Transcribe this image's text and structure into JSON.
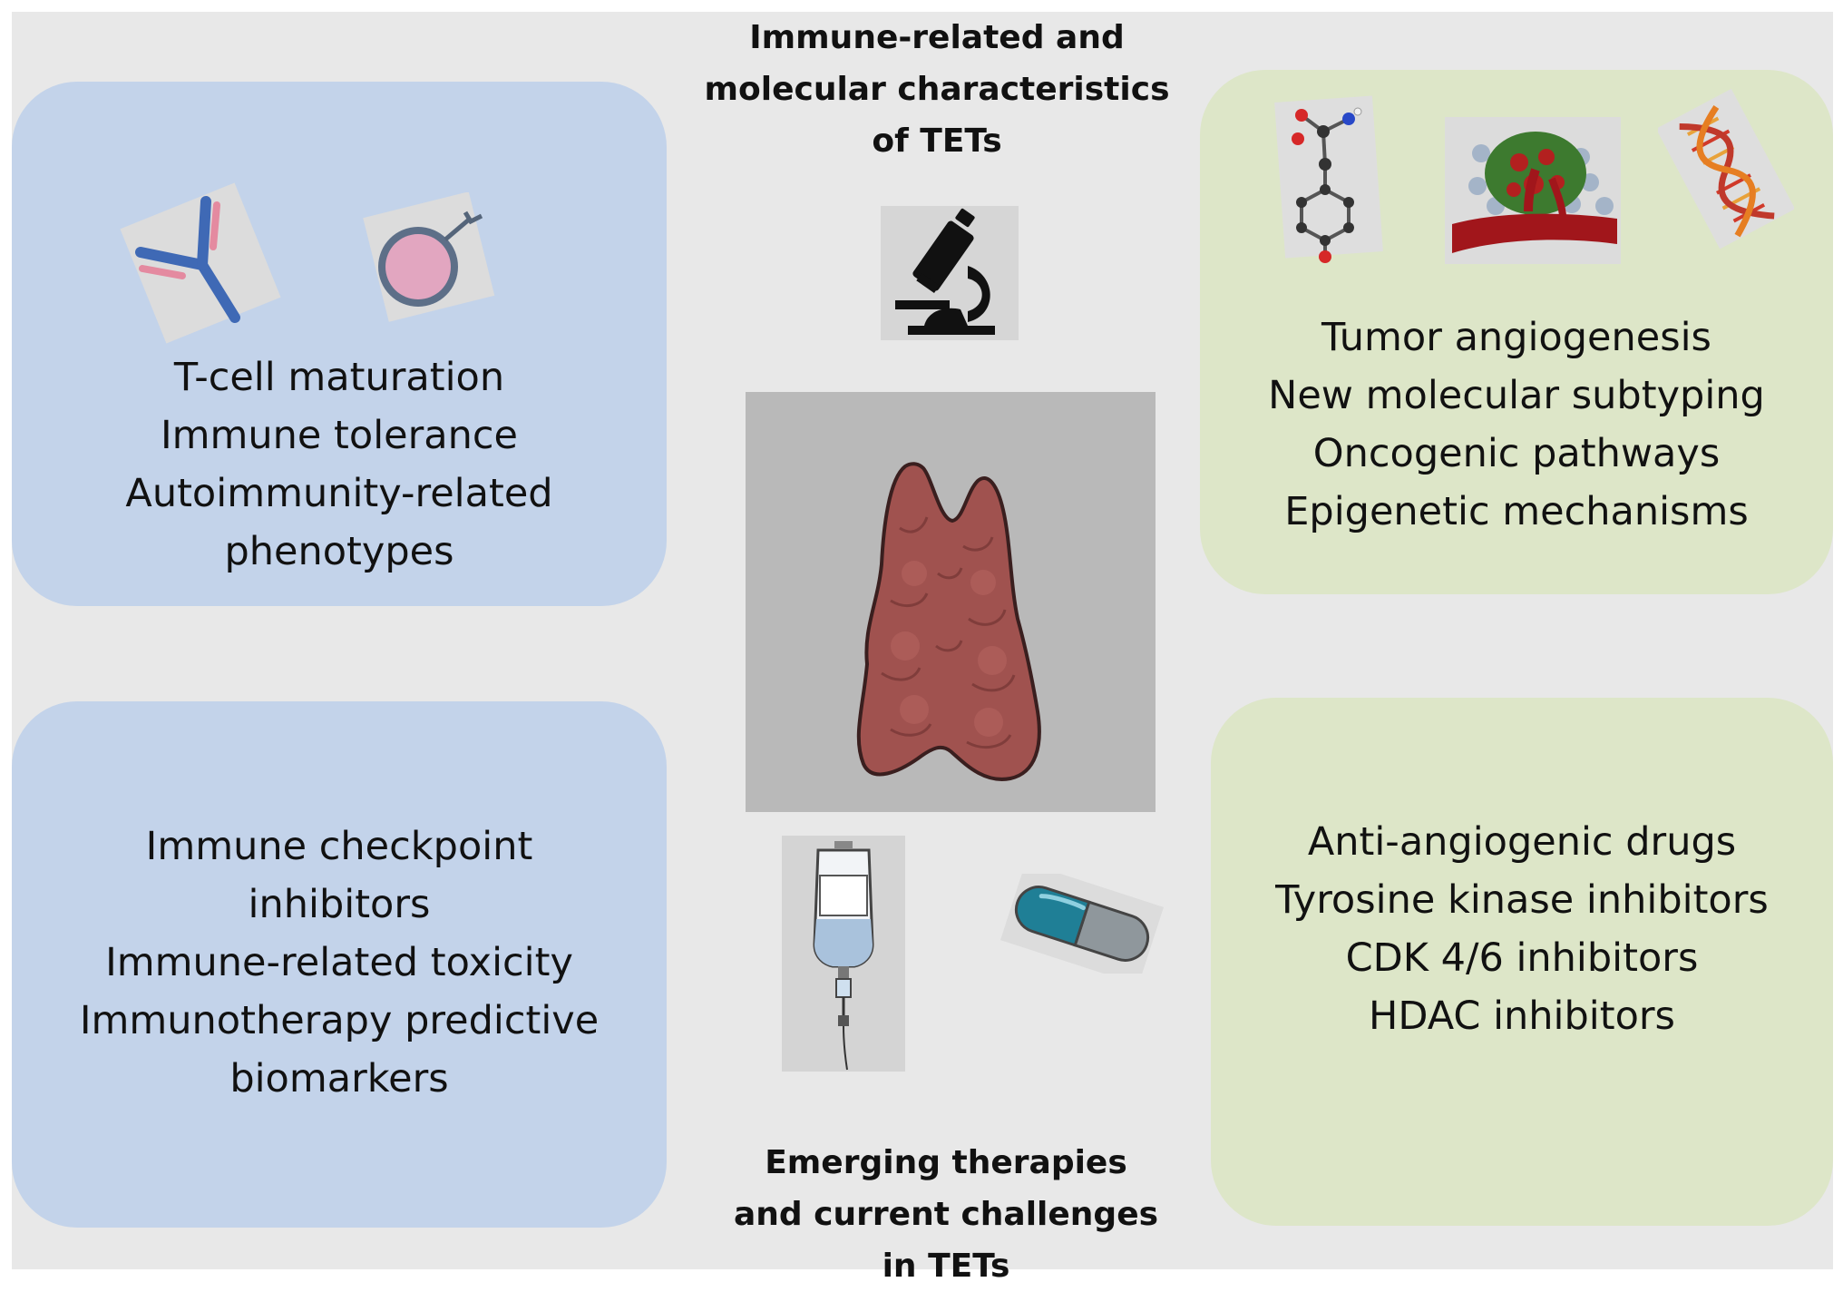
{
  "headings": {
    "top": [
      "Immune-related and",
      "molecular characteristics",
      "of TETs"
    ],
    "bottom": [
      "Emerging therapies",
      "and current challenges",
      "in TETs"
    ]
  },
  "panels": {
    "top_left": [
      "T-cell maturation",
      "Immune tolerance",
      "Autoimmunity-related",
      "phenotypes"
    ],
    "top_right": [
      "Tumor angiogenesis",
      "New molecular subtyping",
      "Oncogenic pathways",
      "Epigenetic mechanisms"
    ],
    "bottom_left": [
      "Immune checkpoint",
      "inhibitors",
      "Immune-related toxicity",
      "Immunotherapy predictive",
      "biomarkers"
    ],
    "bottom_right": [
      "Anti-angiogenic drugs",
      "Tyrosine kinase inhibitors",
      "CDK 4/6 inhibitors",
      "HDAC inhibitors"
    ]
  },
  "icons": {
    "antibody": "antibody-icon",
    "t_cell": "t-cell-icon",
    "microscope": "microscope-icon",
    "thymus": "thymus-organ-icon",
    "molecule": "amino-acid-molecule-icon",
    "tumor_vessel": "tumor-blood-vessel-icon",
    "dna": "dna-helix-icon",
    "iv_bag": "iv-infusion-bag-icon",
    "capsule": "capsule-pill-icon"
  },
  "colors": {
    "immune_panel": "#c3d3ea",
    "molecular_panel": "#dde6c8",
    "background": "#e8e8e8",
    "thymus": "#a0524f"
  }
}
